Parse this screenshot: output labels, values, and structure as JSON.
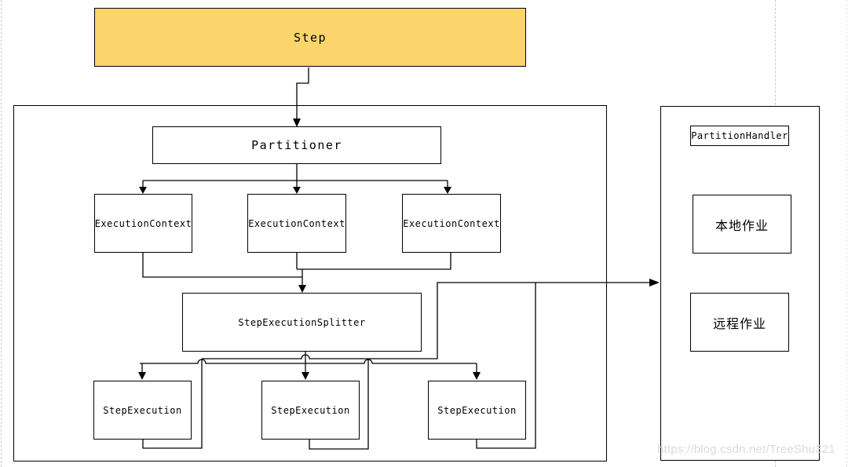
{
  "diagram": {
    "step_box": {
      "label": "Step"
    },
    "partitioner": {
      "label": "Partitioner"
    },
    "execution_contexts": [
      {
        "label": "ExecutionContext"
      },
      {
        "label": "ExecutionContext"
      },
      {
        "label": "ExecutionContext"
      }
    ],
    "splitter": {
      "label": "StepExecutionSplitter"
    },
    "step_executions": [
      {
        "label": "StepExecution"
      },
      {
        "label": "StepExecution"
      },
      {
        "label": "StepExecution"
      }
    ],
    "partition_handler": {
      "label": "PartitionHandler"
    },
    "local_job": {
      "label": "本地作业"
    },
    "remote_job": {
      "label": "远程作业"
    },
    "watermark": "https://blog.csdn.net/TreeShu321",
    "colors": {
      "step_fill": "#FBD56B",
      "line": "#000000",
      "box_border": "#000000",
      "watermark_text": "#DBDBDB",
      "guide_line": "#C9C9C9"
    }
  }
}
